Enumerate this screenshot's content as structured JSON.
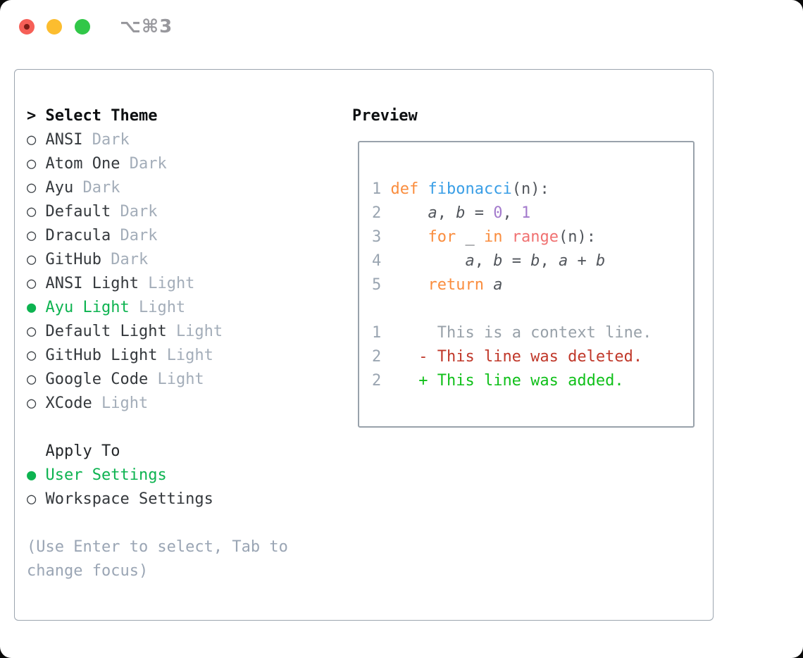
{
  "window": {
    "shortcut": "⌥⌘3"
  },
  "icons": {
    "selected_bullet": "●",
    "unselected_bullet": "○",
    "focus_caret": ">"
  },
  "theme_selector": {
    "prefix": "> ",
    "header": "Select Theme",
    "themes": [
      {
        "name": "ANSI",
        "tag": "Dark",
        "selected": false
      },
      {
        "name": "Atom One",
        "tag": "Dark",
        "selected": false
      },
      {
        "name": "Ayu",
        "tag": "Dark",
        "selected": false
      },
      {
        "name": "Default",
        "tag": "Dark",
        "selected": false
      },
      {
        "name": "Dracula",
        "tag": "Dark",
        "selected": false
      },
      {
        "name": "GitHub",
        "tag": "Dark",
        "selected": false
      },
      {
        "name": "ANSI Light",
        "tag": "Light",
        "selected": false
      },
      {
        "name": "Ayu Light",
        "tag": "Light",
        "selected": true
      },
      {
        "name": "Default Light",
        "tag": "Light",
        "selected": false
      },
      {
        "name": "GitHub Light",
        "tag": "Light",
        "selected": false
      },
      {
        "name": "Google Code",
        "tag": "Light",
        "selected": false
      },
      {
        "name": "XCode",
        "tag": "Light",
        "selected": false
      }
    ]
  },
  "apply_to": {
    "prefix": "  ",
    "header": "Apply To",
    "options": [
      {
        "label": "User Settings",
        "selected": true
      },
      {
        "label": "Workspace Settings",
        "selected": false
      }
    ]
  },
  "hint": {
    "line1": "(Use Enter to select, Tab to",
    "line2": "change focus)"
  },
  "preview": {
    "label": "Preview",
    "code_lines": [
      {
        "num": "1",
        "tokens": [
          {
            "t": " "
          },
          {
            "t": "def",
            "s": "kw"
          },
          {
            "t": " "
          },
          {
            "t": "fibonacci",
            "s": "fn"
          },
          {
            "t": "(n):"
          }
        ]
      },
      {
        "num": "2",
        "tokens": [
          {
            "t": "     "
          },
          {
            "t": "a",
            "s": "var"
          },
          {
            "t": ", "
          },
          {
            "t": "b",
            "s": "var"
          },
          {
            "t": " = "
          },
          {
            "t": "0",
            "s": "num"
          },
          {
            "t": ", "
          },
          {
            "t": "1",
            "s": "num"
          }
        ]
      },
      {
        "num": "3",
        "tokens": [
          {
            "t": "     "
          },
          {
            "t": "for",
            "s": "kw"
          },
          {
            "t": " _ "
          },
          {
            "t": "in",
            "s": "kw"
          },
          {
            "t": " "
          },
          {
            "t": "range",
            "s": "call"
          },
          {
            "t": "(n):"
          }
        ]
      },
      {
        "num": "4",
        "tokens": [
          {
            "t": "         "
          },
          {
            "t": "a",
            "s": "var"
          },
          {
            "t": ", "
          },
          {
            "t": "b",
            "s": "var"
          },
          {
            "t": " = "
          },
          {
            "t": "b",
            "s": "var"
          },
          {
            "t": ", "
          },
          {
            "t": "a",
            "s": "var"
          },
          {
            "t": " + "
          },
          {
            "t": "b",
            "s": "var"
          }
        ]
      },
      {
        "num": "5",
        "tokens": [
          {
            "t": "     "
          },
          {
            "t": "return",
            "s": "kw"
          },
          {
            "t": " "
          },
          {
            "t": "a",
            "s": "var"
          }
        ]
      },
      {
        "num": "",
        "tokens": []
      },
      {
        "num": "1",
        "tokens": [
          {
            "t": "      "
          },
          {
            "t": "This is a context line.",
            "s": "ctx"
          }
        ]
      },
      {
        "num": "2",
        "tokens": [
          {
            "t": "    "
          },
          {
            "t": "- This line was deleted.",
            "s": "del"
          }
        ]
      },
      {
        "num": "2",
        "tokens": [
          {
            "t": "    "
          },
          {
            "t": "+ This line was added.",
            "s": "add"
          }
        ]
      }
    ]
  },
  "colors": {
    "accent_green": "#0db350",
    "added_green": "#10c01a",
    "deleted_red": "#c0382a",
    "keyword_orange": "#fa8d3e",
    "function_blue": "#399ee6",
    "number_purple": "#a37acc",
    "builtin_pink": "#f07171",
    "code_text": "#52565c",
    "muted_gray": "#9aa5b4",
    "border_gray": "#9ca5af",
    "traffic_red": "#f65f57",
    "traffic_yellow": "#fcbd2f",
    "traffic_green": "#31c748"
  }
}
